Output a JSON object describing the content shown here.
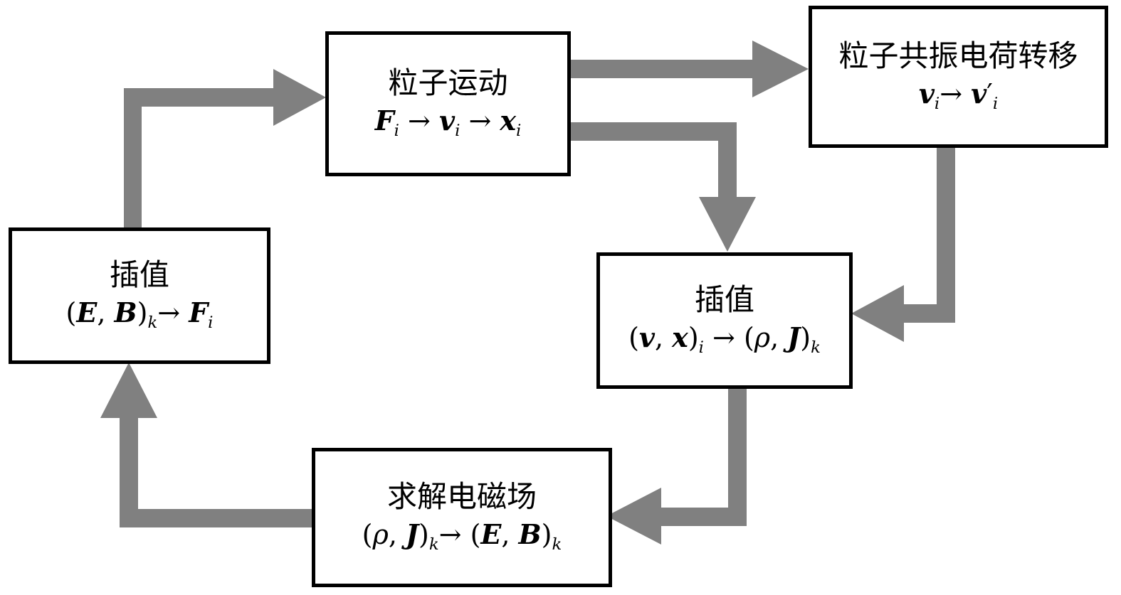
{
  "boxes": {
    "motion": {
      "title": "粒子运动"
    },
    "resonance": {
      "title": "粒子共振电荷转移"
    },
    "interp_left": {
      "title": "插值"
    },
    "interp_right": {
      "title": "插值"
    },
    "solve": {
      "title": "求解电磁场"
    }
  },
  "formulas": {
    "motion": {
      "F": "F",
      "i1": "i",
      "arrow1": " → ",
      "v": "v",
      "i2": "i",
      "arrow2": " → ",
      "x": "x",
      "i3": "i"
    },
    "resonance": {
      "v": "v",
      "i1": "i",
      "arrow": "→ ",
      "vp": "v",
      "prime": "′",
      "i2": "i"
    },
    "interp_left": {
      "lp": "(",
      "E": "E",
      "comma": ", ",
      "B": "B",
      "rp": ")",
      "k": "k",
      "arrow": "→ ",
      "F": "F",
      "i": "i"
    },
    "interp_right": {
      "lp": "(",
      "v": "v",
      "comma": ", ",
      "x": "x",
      "rp": ")",
      "i": "i",
      "arrow": " → ",
      "lp2": "(",
      "rho": "ρ",
      "comma2": ", ",
      "J": "J",
      "rp2": ")",
      "k": "k"
    },
    "solve": {
      "lp": "(",
      "rho": "ρ",
      "comma": ", ",
      "J": "J",
      "rp": ")",
      "k1": "k",
      "arrow": "→ ",
      "lp2": "(",
      "E": "E",
      "comma2": ", ",
      "B": "B",
      "rp2": ")",
      "k2": "k"
    }
  },
  "colors": {
    "arrow": "#808080",
    "border": "#000000"
  }
}
